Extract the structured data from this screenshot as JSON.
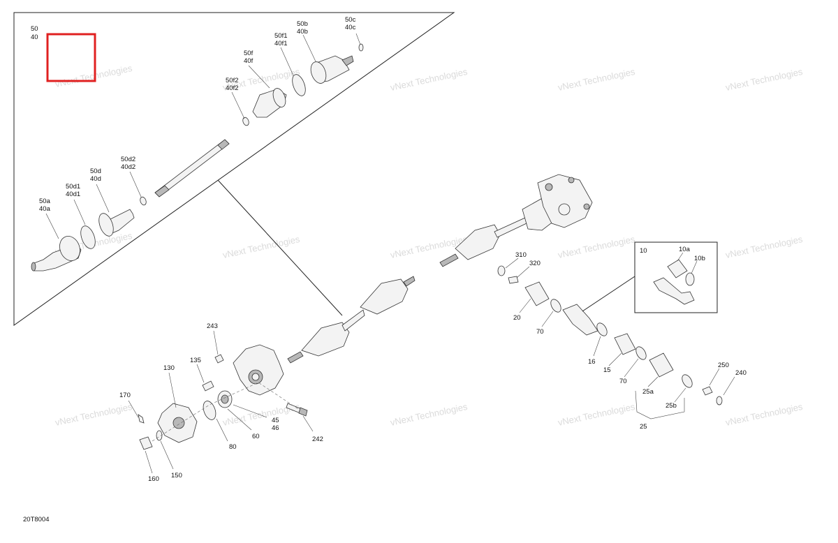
{
  "diagram_code": "20T8004",
  "watermark": "vNext Technologies",
  "accent_color": "#e02020",
  "labels": {
    "l50_40_top_a": "50",
    "l50_40_top_b": "40",
    "l50c": "50c",
    "l40c": "40c",
    "l50b": "50b",
    "l40b": "40b",
    "l50f1": "50f1",
    "l40f1": "40f1",
    "l50f": "50f",
    "l40f": "40f",
    "l50f2": "50f2",
    "l40f2": "40f2",
    "l50d2": "50d2",
    "l40d2": "40d2",
    "l50d": "50d",
    "l40d": "40d",
    "l50d1": "50d1",
    "l40d1": "40d1",
    "l50a": "50a",
    "l40a": "40a",
    "l310": "310",
    "l320": "320",
    "l20": "20",
    "l70a": "70",
    "l16": "16",
    "l15": "15",
    "l70b": "70",
    "l25a": "25a",
    "l25b": "25b",
    "l25": "25",
    "l250": "250",
    "l240": "240",
    "l10": "10",
    "l10a": "10a",
    "l10b": "10b",
    "l243": "243",
    "l135": "135",
    "l130": "130",
    "l170": "170",
    "l45": "45",
    "l46": "46",
    "l60": "60",
    "l80": "80",
    "l242": "242",
    "l150": "150",
    "l160": "160"
  }
}
